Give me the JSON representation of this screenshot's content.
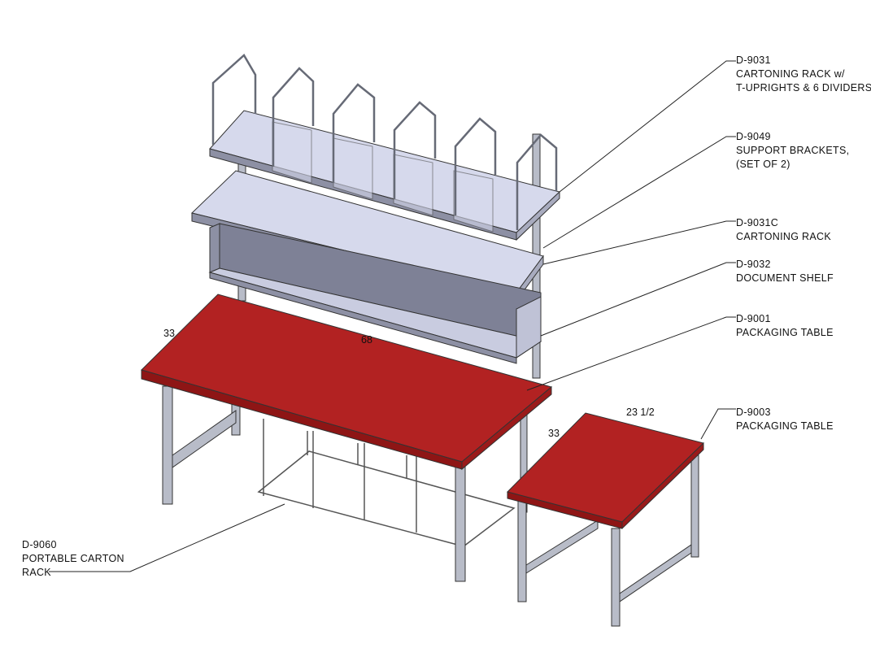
{
  "colors": {
    "table_top": "#b22222",
    "table_top_edge": "#8e1515",
    "shelf_top": "#d6d9ec",
    "shelf_side": "#8d90a4",
    "frame": "#b8bcc8",
    "wire": "#666a76",
    "line": "#222222"
  },
  "callouts": [
    {
      "id": "d9031",
      "code": "D-9031",
      "lines": [
        "CARTONING RACK w/",
        "T-UPRIGHTS & 6 DIVIDERS"
      ]
    },
    {
      "id": "d9049",
      "code": "D-9049",
      "lines": [
        "SUPPORT BRACKETS,",
        "(SET OF 2)"
      ]
    },
    {
      "id": "d9031c",
      "code": "D-9031C",
      "lines": [
        "CARTONING RACK"
      ]
    },
    {
      "id": "d9032",
      "code": "D-9032",
      "lines": [
        "DOCUMENT SHELF"
      ]
    },
    {
      "id": "d9001",
      "code": "D-9001",
      "lines": [
        "PACKAGING TABLE"
      ]
    },
    {
      "id": "d9003",
      "code": "D-9003",
      "lines": [
        "PACKAGING TABLE"
      ]
    },
    {
      "id": "d9060",
      "code": "D-9060",
      "lines": [
        "PORTABLE CARTON",
        "RACK"
      ]
    }
  ],
  "dimensions": {
    "main_depth": "33",
    "main_width": "68",
    "side_depth": "33",
    "side_width": "23 1/2"
  }
}
